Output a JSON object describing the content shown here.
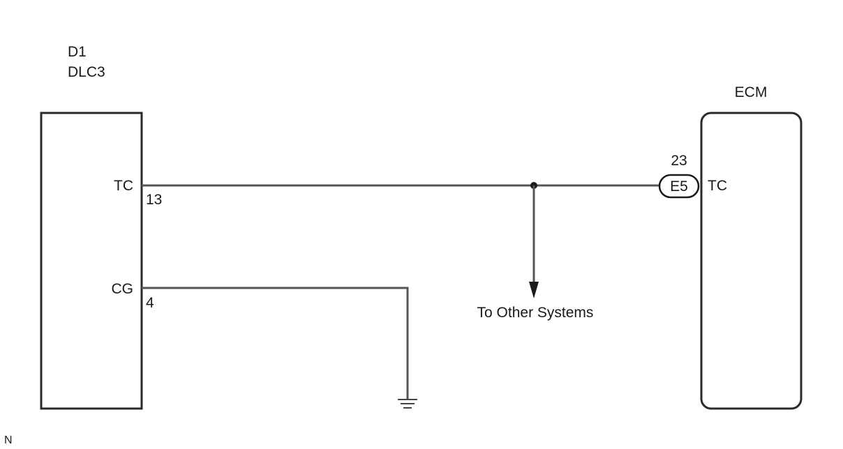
{
  "dlc3": {
    "connector_code": "D1",
    "name": "DLC3",
    "pin_tc_label": "TC",
    "pin_tc_number": "13",
    "pin_cg_label": "CG",
    "pin_cg_number": "4"
  },
  "ecm": {
    "name": "ECM",
    "connector_code": "E5",
    "pin_number": "23",
    "pin_tc_label": "TC"
  },
  "branch": {
    "label": "To Other Systems"
  },
  "corner_mark": "N"
}
